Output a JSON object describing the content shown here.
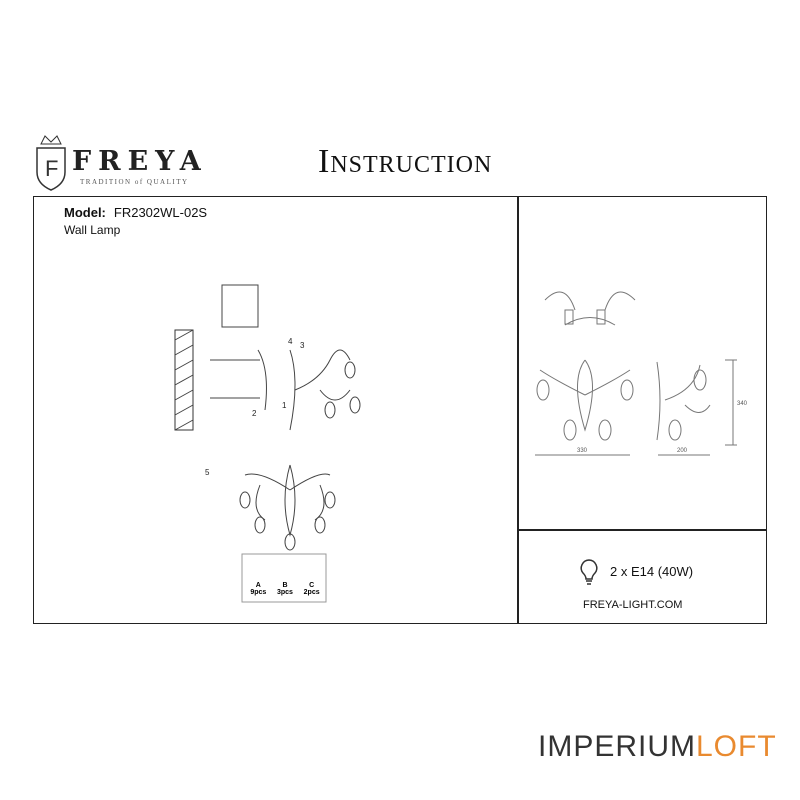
{
  "header": {
    "brand": "FREYA",
    "tagline": "TRADITION of QUALITY",
    "logo_letter": "F",
    "title": "Instruction"
  },
  "product": {
    "model_label": "Model:",
    "model": "FR2302WL-02S",
    "type": "Wall Lamp"
  },
  "assembly": {
    "step_numbers": [
      "1",
      "2",
      "3",
      "4",
      "5"
    ],
    "parts": [
      {
        "letter": "A",
        "qty": "9pcs"
      },
      {
        "letter": "B",
        "qty": "3pcs"
      },
      {
        "letter": "C",
        "qty": "2pcs"
      }
    ]
  },
  "dimensions": {
    "width": "330",
    "depth": "200",
    "height": "340"
  },
  "specs": {
    "bulb": "2 x E14 (40W)",
    "icon": "lightbulb-icon",
    "website": "FREYA-LIGHT.COM"
  },
  "watermark": {
    "part1": "IMPERIUM",
    "part2": "LOFT",
    "accent": "#e98a2f"
  }
}
